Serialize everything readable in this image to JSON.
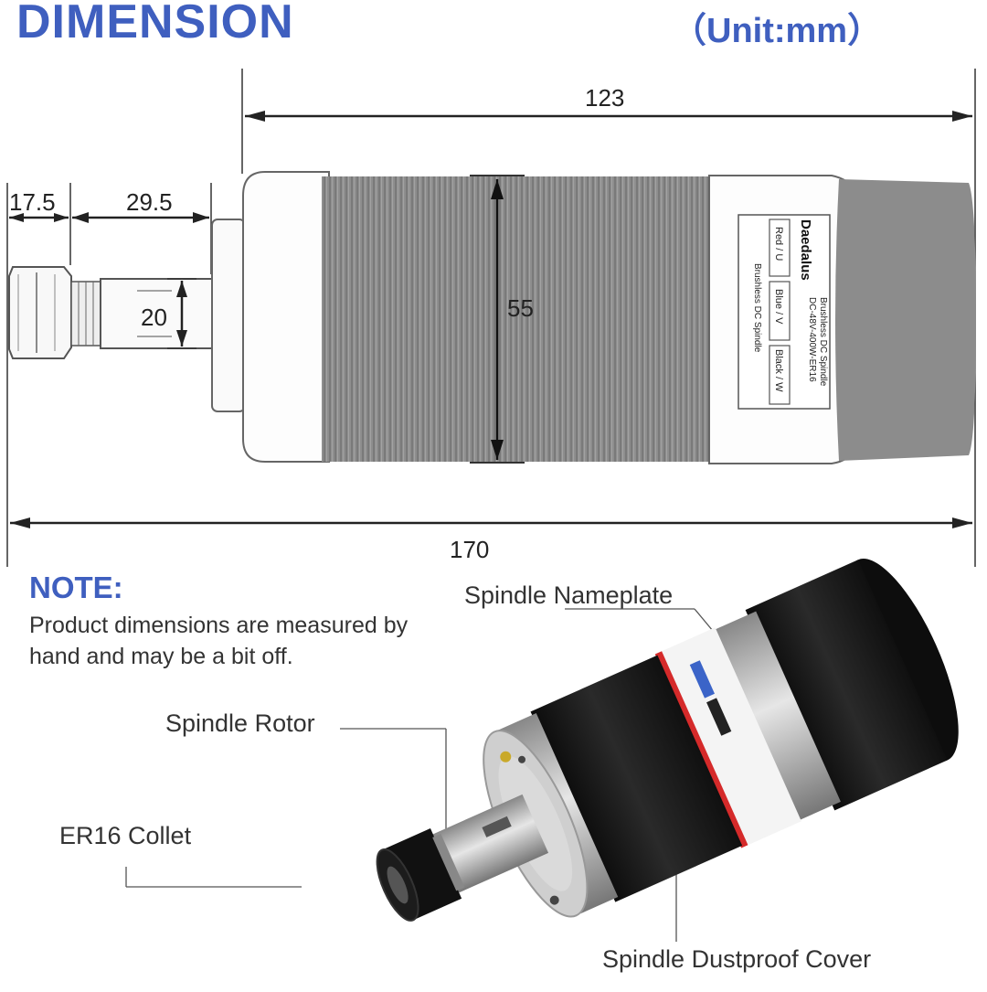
{
  "title": "DIMENSION",
  "unit": "（Unit:mm）",
  "dimensions": {
    "spindle_body_length": "123",
    "collet_length": "17.5",
    "shaft_length": "29.5",
    "shaft_diameter": "20",
    "body_diameter": "55",
    "total_length": "170"
  },
  "nameplate": {
    "brand": "Daedalus",
    "line1": "Brushless DC Spindle",
    "line2": "DC-48V-400W-ER16",
    "wire_red": "Red / U",
    "wire_blue": "Blue / V",
    "wire_black": "Black / W",
    "footer": "Brushless DC Spindle"
  },
  "note": {
    "heading": "NOTE:",
    "text": "Product dimensions are measured by hand and may be a bit off."
  },
  "callouts": {
    "nameplate": "Spindle Nameplate",
    "rotor": "Spindle Rotor",
    "collet": "ER16 Collet",
    "cover": "Spindle Dustproof Cover"
  },
  "colors": {
    "title": "#3f5fbf",
    "body_grey": "#8e8e8e",
    "motor_black": "#161616"
  }
}
